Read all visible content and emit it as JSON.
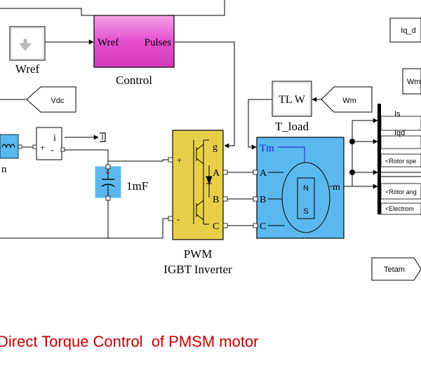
{
  "blocks": {
    "wref_source": {
      "label": "Wref"
    },
    "control": {
      "label": "Control",
      "in_port": "Wref",
      "out_port": "Pulses"
    },
    "vdc_goto": {
      "label": "Vdc"
    },
    "current_meas": {
      "port_plus": "+",
      "port_minus": "-",
      "port_i": "i"
    },
    "inductor": {
      "label": "n"
    },
    "capacitor": {
      "label": "1mF"
    },
    "inverter": {
      "label_line1": "PWM",
      "label_line2": "IGBT Inverter",
      "port_g": "g",
      "port_plus": "+",
      "port_minus": "-",
      "port_a": "A",
      "port_b": "B",
      "port_c": "C"
    },
    "t_load": {
      "label": "T_load",
      "inner": "TL W"
    },
    "wm_from": {
      "label": "Wm"
    },
    "pmsm": {
      "port_tm": "Tm",
      "port_a": "A",
      "port_b": "B",
      "port_c": "C",
      "port_m": "m",
      "pole_n": "N",
      "pole_s": "S"
    },
    "iq_d_tag": {
      "label": "Iq_d"
    },
    "wm_tag": {
      "label": "Wm"
    },
    "bus_labels": {
      "is": "Is",
      "iqd": "Iqd",
      "rotor_speed": "<Rotor spe",
      "rotor_angle": "<Rotor ang",
      "electrom": "<Electrom"
    },
    "tetam_tag": {
      "label": "Tetam"
    }
  },
  "title": "Direct Torque Control  of PMSM motor",
  "colors": {
    "control_fill": "#e54fcf",
    "inverter_fill": "#e8cf4a",
    "motor_fill": "#5bb8ef",
    "cap_fill": "#5bb8ef",
    "title": "#c00000",
    "port_blue": "#2020d0"
  }
}
